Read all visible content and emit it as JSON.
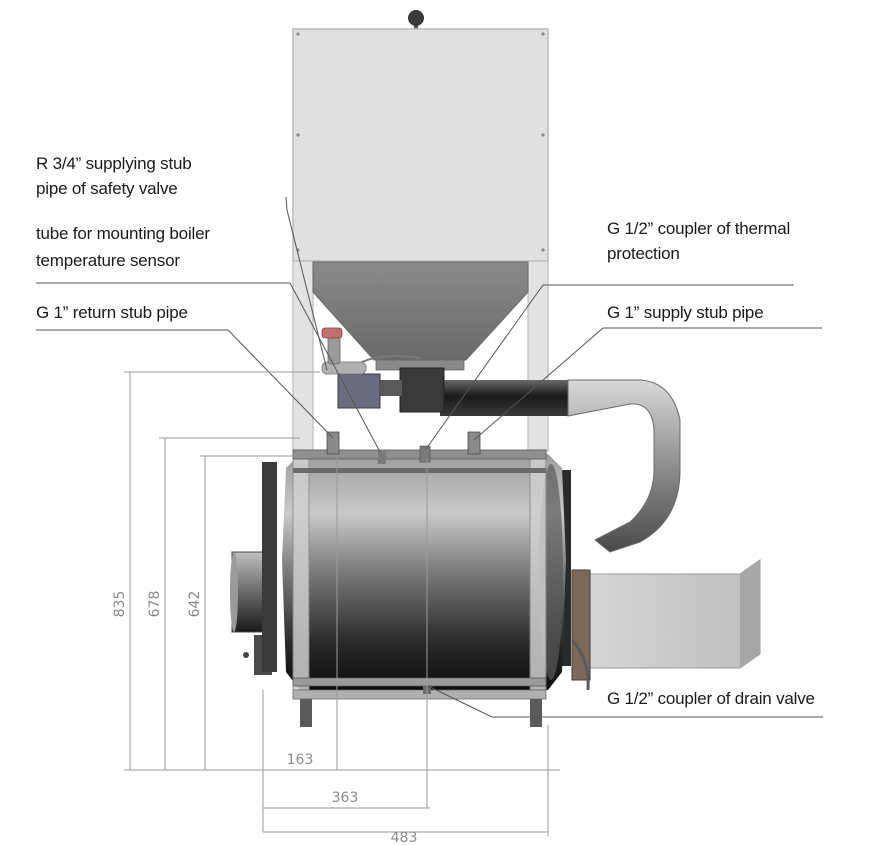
{
  "labels": {
    "safety_valve_line1": "R 3/4” supplying stub",
    "safety_valve_line2": "pipe of safety valve",
    "temp_sensor_line1": "tube for mounting boiler",
    "temp_sensor_line2": "temperature sensor",
    "return_pipe": "G 1” return stub pipe",
    "thermal_line1": "G 1/2” coupler of thermal",
    "thermal_line2": "protection",
    "supply_pipe": "G 1” supply stub pipe",
    "drain_valve": "G 1/2” coupler of drain valve"
  },
  "dimensions": {
    "height_total": "835",
    "height_678": "678",
    "height_642": "642",
    "width_163": "163",
    "width_363": "363",
    "width_483": "483"
  },
  "colors": {
    "frame": "#d9d9d9",
    "boiler_dark": "#111111",
    "boiler_light": "#b9b9b9",
    "dimension": "#9a9a9a",
    "leader": "#555555"
  }
}
